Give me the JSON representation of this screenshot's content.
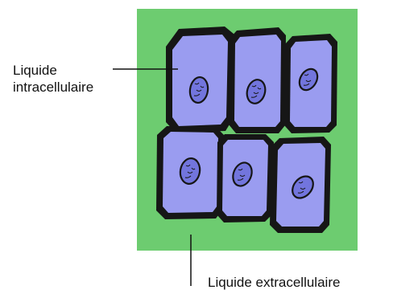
{
  "colors": {
    "extracellular_fluid": "#6dcc70",
    "cell_outline": "#161616",
    "cytoplasm": "#9a9cf0",
    "nucleus": "#7275dd"
  },
  "labels": {
    "intracellular_line1": "Liquide",
    "intracellular_line2": "intracellulaire",
    "extracellular": "Liquide extracellulaire"
  }
}
